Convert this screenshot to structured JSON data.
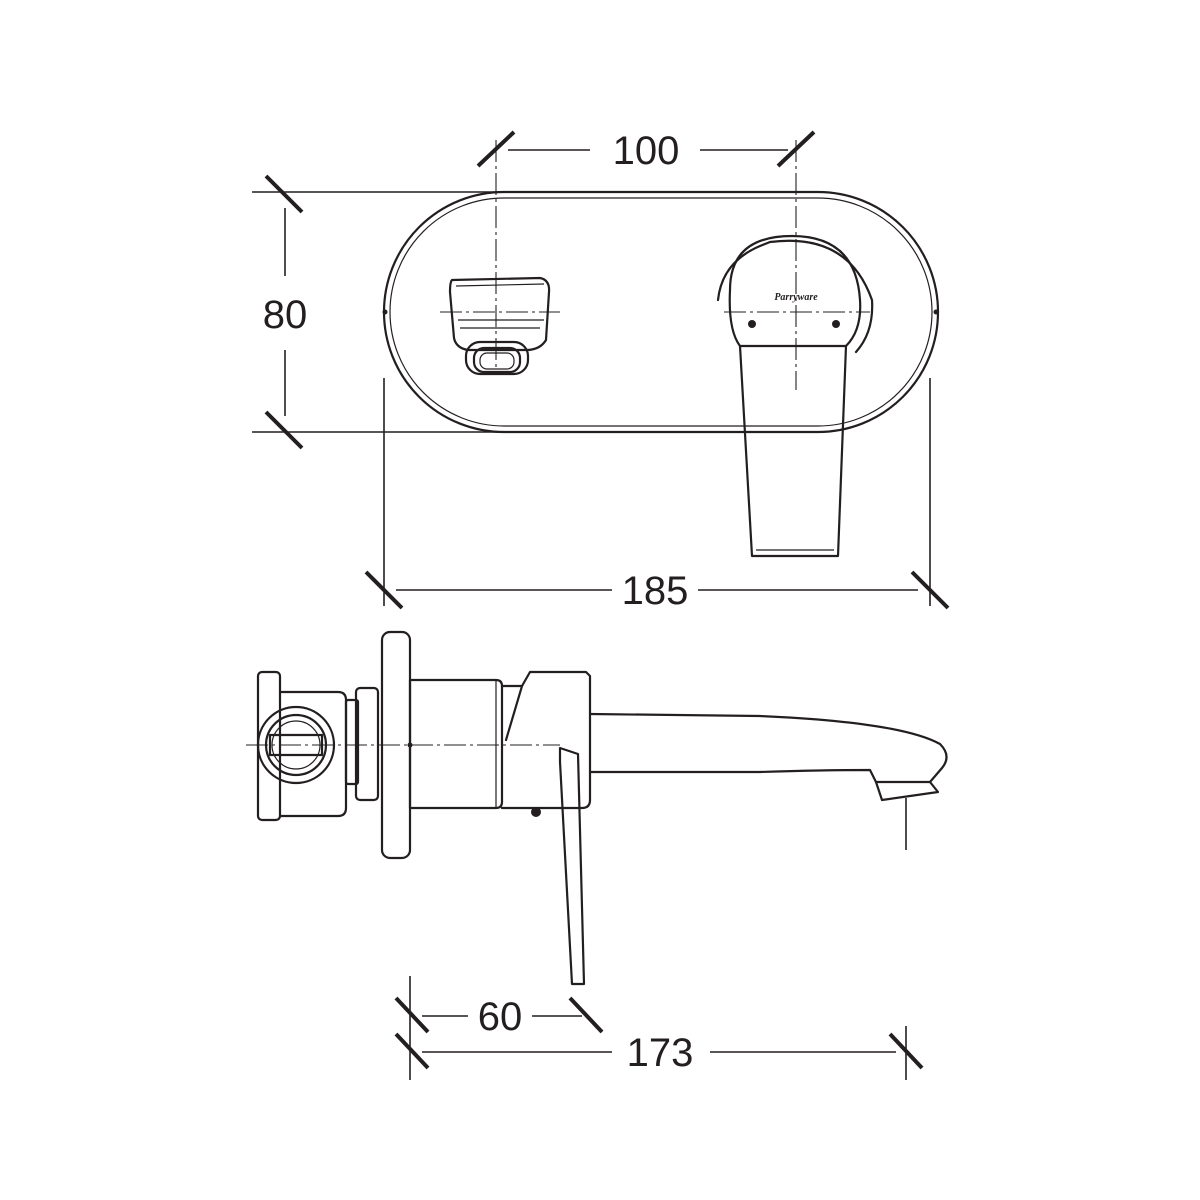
{
  "dimensions": {
    "top_spacing": "100",
    "plate_height": "80",
    "plate_width": "185",
    "lever_offset": "60",
    "spout_projection": "173"
  },
  "brand_text": "Parryware",
  "colors": {
    "line": "#231f20",
    "background": "#ffffff"
  }
}
